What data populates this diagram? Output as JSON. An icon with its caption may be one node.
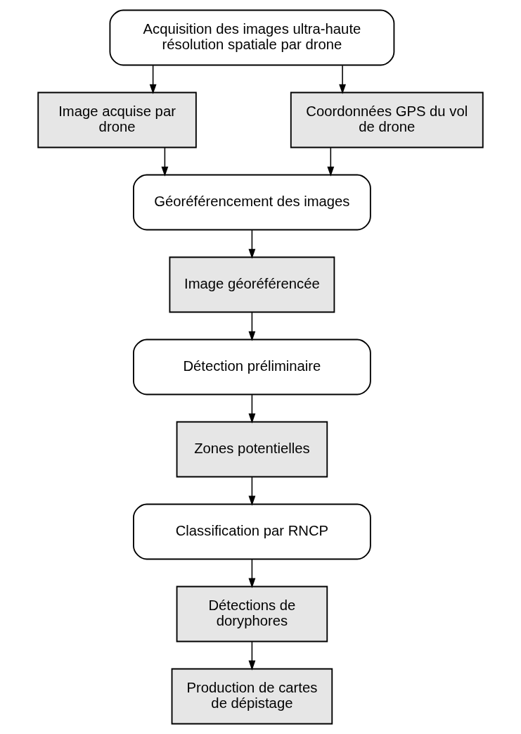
{
  "diagram": {
    "nodes": [
      {
        "text": [
          "Acquisition des images ultra-haute résolution spatiale par drone"
        ]
      },
      {
        "text": [
          "Image acquise par drone"
        ]
      },
      {
        "text": [
          "Coordonnées GPS du vol de drone"
        ]
      },
      {
        "text": [
          "Géoréférencement des images"
        ]
      },
      {
        "text": [
          "Image géoréférencée"
        ]
      },
      {
        "text": [
          "Détection préliminaire"
        ]
      },
      {
        "text": [
          "Zones potentielles"
        ]
      },
      {
        "text": [
          "Classification par RNCP"
        ]
      },
      {
        "text": [
          "Détections de doryphores"
        ]
      },
      {
        "text": [
          "Production de cartes de dépistage"
        ]
      }
    ],
    "edges": [
      {
        "from": 0,
        "to": 1,
        "arrow": "to"
      },
      {
        "from": 0,
        "to": 2,
        "arrow": "to"
      },
      {
        "from": 1,
        "to": 3,
        "arrow": "to"
      },
      {
        "from": 2,
        "to": 3,
        "arrow": "to"
      },
      {
        "from": 3,
        "to": 4,
        "arrow": "to"
      },
      {
        "from": 4,
        "to": 5,
        "arrow": "to"
      },
      {
        "from": 5,
        "to": 6,
        "arrow": "to"
      },
      {
        "from": 6,
        "to": 7,
        "arrow": "to"
      },
      {
        "from": 7,
        "to": 8,
        "arrow": "to"
      },
      {
        "from": 8,
        "to": 9,
        "arrow": "to"
      }
    ]
  }
}
